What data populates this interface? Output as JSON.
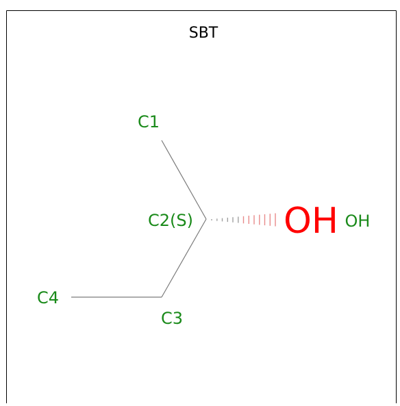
{
  "title": "SBT",
  "colors": {
    "frame": "#000000",
    "bond": "#7a7a7a",
    "atom_label": "#1a8a1a",
    "oxygen": "#ff0000",
    "hash_near": "#a0a0a0",
    "hash_far": "#e88a8a"
  },
  "atoms": {
    "c1": "C1",
    "c2": "C2(S)",
    "c3": "C3",
    "c4": "C4",
    "oh_symbol": "OH",
    "oh_name": "OH"
  }
}
